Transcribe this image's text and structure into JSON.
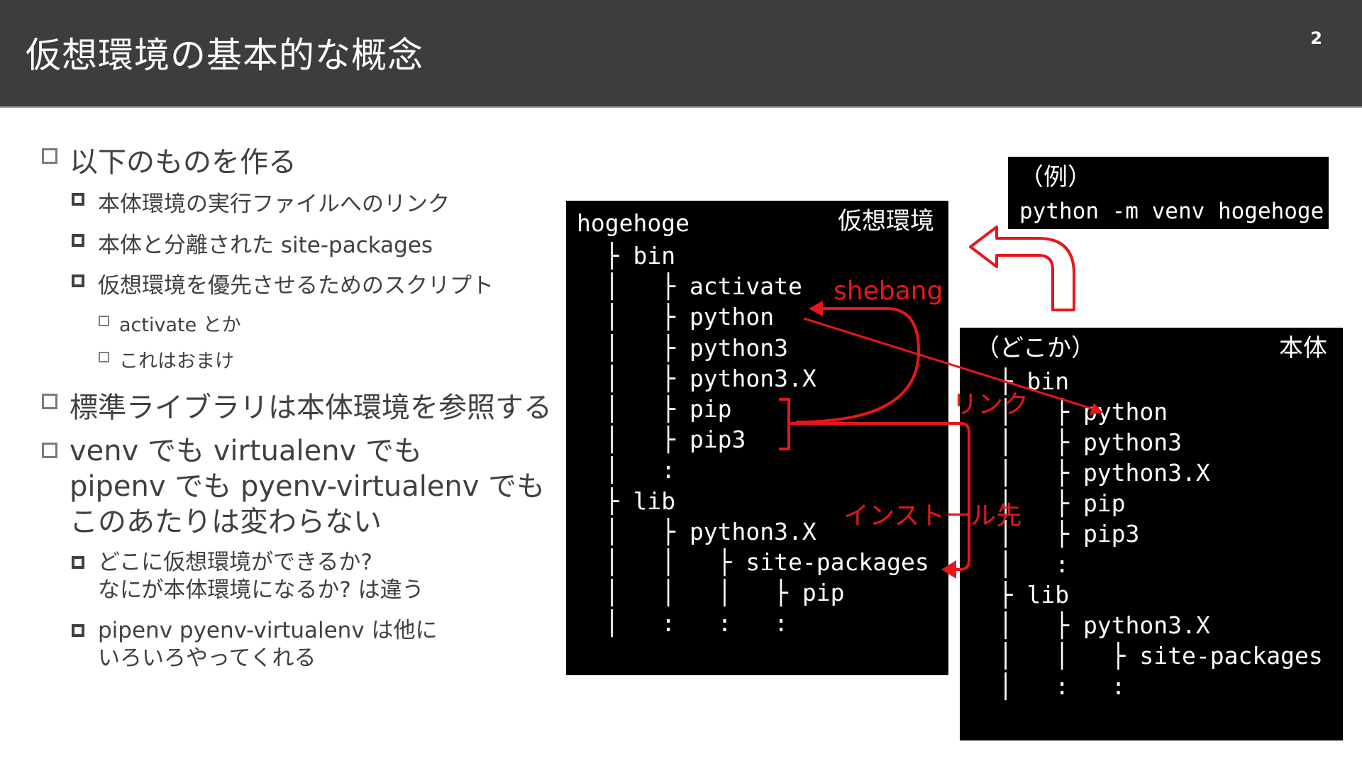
{
  "header": {
    "title": "仮想環境の基本的な概念",
    "page_number": "2"
  },
  "bullets": {
    "make": "以下のものを作る",
    "link": "本体環境の実行ファイルへのリンク",
    "sitepkg": "本体と分離された site-packages",
    "script": "仮想環境を優先させるためのスクリプト",
    "activate": "activate とか",
    "bonus": "これはおまけ",
    "stdlib": "標準ライブラリは本体環境を参照する",
    "tools_line1": "venv でも virtualenv でも",
    "tools_line2": "pipenv でも pyenv-virtualenv でも",
    "tools_line3": "このあたりは変わらない",
    "where_line1": "どこに仮想環境ができるか?",
    "where_line2": "なにが本体環境になるか? は違う",
    "pipenv_line1": "pipenv pyenv-virtualenv は他に",
    "pipenv_line2": "いろいろやってくれる"
  },
  "example_box": {
    "label": "（例）",
    "command": "python -m venv hogehoge"
  },
  "venv_box": {
    "name": "hogehoge",
    "tag": "仮想環境",
    "lines": [
      "  ├ bin",
      "  │   ├ activate",
      "  │   ├ python",
      "  │   ├ python3",
      "  │   ├ python3.X",
      "  │   ├ pip",
      "  │   ├ pip3",
      "  │   :",
      "  ├ lib",
      "  │   ├ python3.X",
      "  │   │   ├ site-packages",
      "  │   │   │   ├ pip",
      "  │   :   :   :"
    ]
  },
  "base_box": {
    "name": "（どこか）",
    "tag": "本体",
    "lines": [
      "  ├ bin",
      "  │   ├ python",
      "  │   ├ python3",
      "  │   ├ python3.X",
      "  │   ├ pip",
      "  │   ├ pip3",
      "  │   :",
      "  ├ lib",
      "  │   ├ python3.X",
      "  │   │   ├ site-packages",
      "  │   :   :"
    ]
  },
  "annotations": {
    "shebang": "shebang",
    "link": "リンク",
    "install_target": "インストール先"
  },
  "colors": {
    "header_bg": "#3d3d3d",
    "annotation": "#e8161b",
    "terminal_bg": "#000000"
  }
}
